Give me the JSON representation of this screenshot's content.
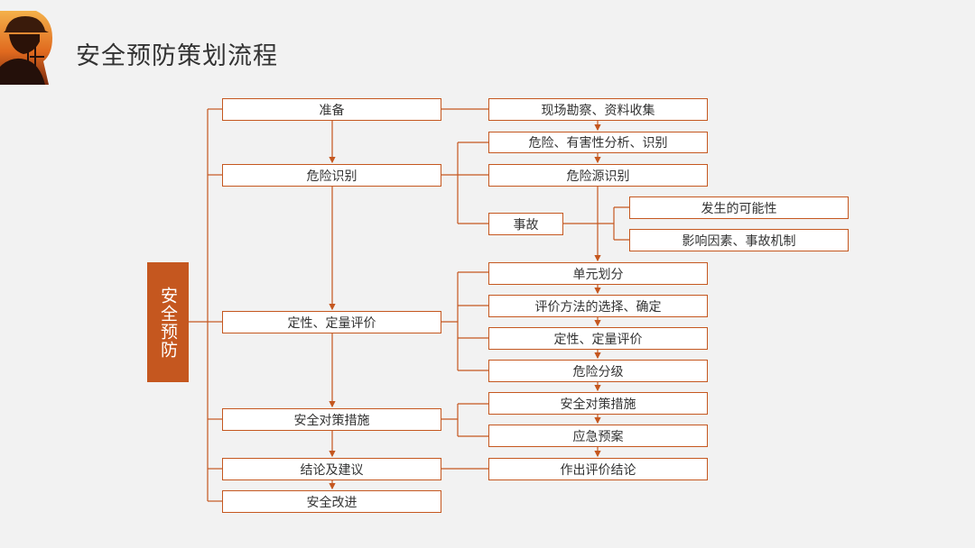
{
  "title": "安全预防策划流程",
  "colors": {
    "accent": "#c5571f",
    "line": "#c5571f",
    "background": "#f2f2f2",
    "text": "#333333"
  },
  "logo_icon": "worker-silhouette-sunset-icon",
  "main_label": "安全预防",
  "left_steps": [
    "准备",
    "危险识别",
    "定性、定量评价",
    "安全对策措施",
    "结论及建议",
    "安全改进"
  ],
  "right_steps": {
    "survey": "现场勘察、资料收集",
    "hazard_analysis": "危险、有害性分析、识别",
    "hazard_source": "危险源识别",
    "accident": "事故",
    "possibility": "发生的可能性",
    "factors": "影响因素、事故机制",
    "unit_division": "单元划分",
    "method_selection": "评价方法的选择、确定",
    "qual_quant": "定性、定量评价",
    "risk_grading": "危险分级",
    "safety_measures": "安全对策措施",
    "emergency_plan": "应急预案",
    "conclusion": "作出评价结论"
  }
}
